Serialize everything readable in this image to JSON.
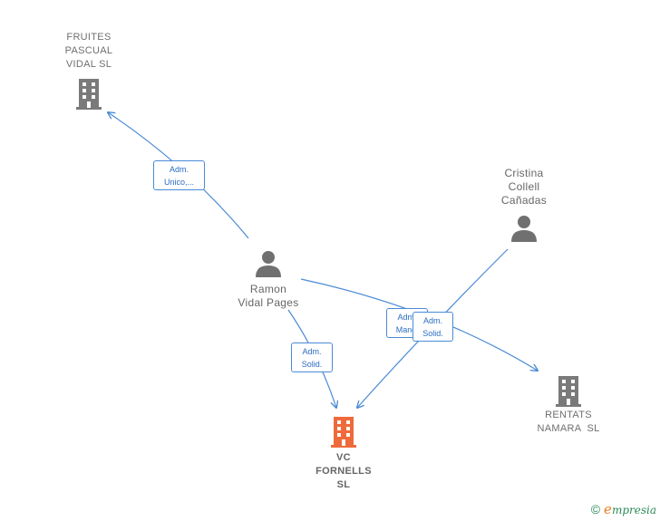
{
  "colors": {
    "edge": "#4a8ad6",
    "company_icon": "#7a7a7a",
    "focus_icon": "#ef6a3a",
    "person_icon": "#707070"
  },
  "nodes": {
    "fruites": {
      "label": "FRUITES\nPASCUAL\nVIDAL SL",
      "icon": "building-icon"
    },
    "ramon": {
      "label": "Ramon\nVidal Pages",
      "icon": "person-icon"
    },
    "cristina": {
      "label": "Cristina\nCollell\nCañadas",
      "icon": "person-icon"
    },
    "vc": {
      "label": "VC\nFORNELLS\nSL",
      "icon": "building-icon"
    },
    "rentats": {
      "label": "RENTATS\nNAMARA  SL",
      "icon": "building-icon"
    }
  },
  "edges": {
    "ramon_fruites": "Adm.\nUnico,...",
    "ramon_vc": "Adm.\nSolid.",
    "ramon_rentats": "Adm.\nManc.",
    "cristina_vc": "Adm.\nSolid."
  },
  "footer": {
    "copyright": "©",
    "brand_initial": "e",
    "brand_rest": "mpresia"
  }
}
